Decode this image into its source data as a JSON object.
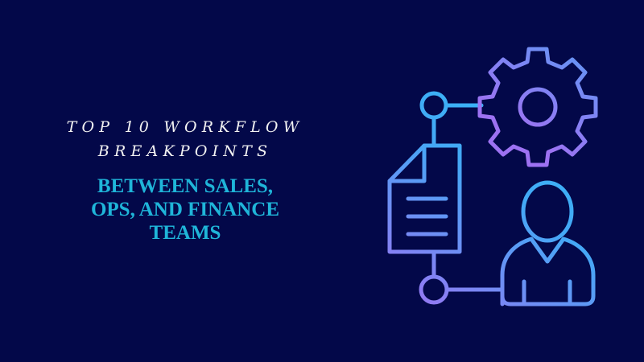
{
  "title": {
    "line1": "TOP 10 WORKFLOW",
    "line2": "BREAKPOINTS"
  },
  "subtitle": {
    "line1": "BETWEEN SALES,",
    "line2": "OPS, AND FINANCE",
    "line3": "TEAMS"
  },
  "illustration": {
    "icons": [
      "gear-icon",
      "document-icon",
      "person-icon",
      "connector-node-icon"
    ],
    "colors": {
      "background": "#030849",
      "title_text": "#F2F2F2",
      "subtitle_text": "#1FB5D9",
      "gradient_start": "#27C2F7",
      "gradient_mid": "#4AA3F5",
      "gradient_end": "#9D72F2"
    }
  }
}
